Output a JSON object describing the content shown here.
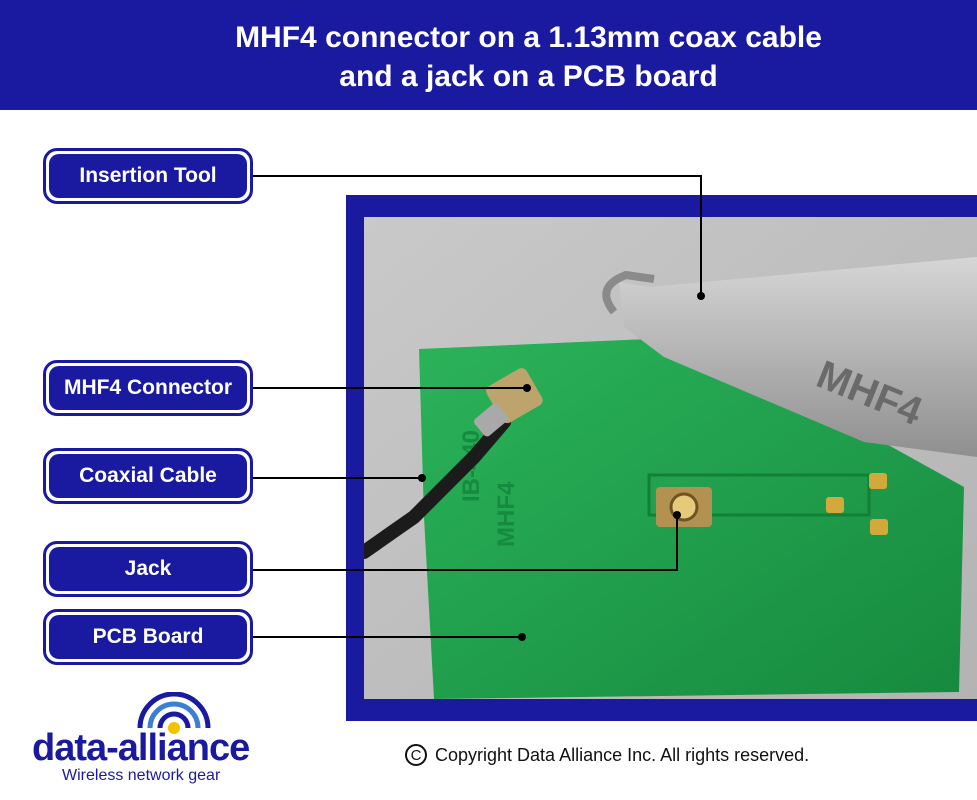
{
  "header": {
    "title_line1": "MHF4 connector on a 1.13mm coax cable",
    "title_line2": "and  a jack on a PCB board"
  },
  "labels": {
    "insertion_tool": "Insertion Tool",
    "mhf4_connector": "MHF4 Connector",
    "coaxial_cable": "Coaxial Cable",
    "jack": "Jack",
    "pcb_board": "PCB Board"
  },
  "photo": {
    "tool_engraving": "MHF4",
    "board_markings": [
      "IB-440",
      "MHF4"
    ]
  },
  "footer": {
    "logo_name": "data-alliance",
    "logo_tagline": "Wireless network gear",
    "copyright_symbol": "C",
    "copyright_text": "Copyright Data Alliance Inc. All rights reserved."
  },
  "colors": {
    "brand_blue": "#1a1aa0",
    "pcb_green": "#1f9a4a",
    "metal_grey": "#a9a9a9"
  }
}
